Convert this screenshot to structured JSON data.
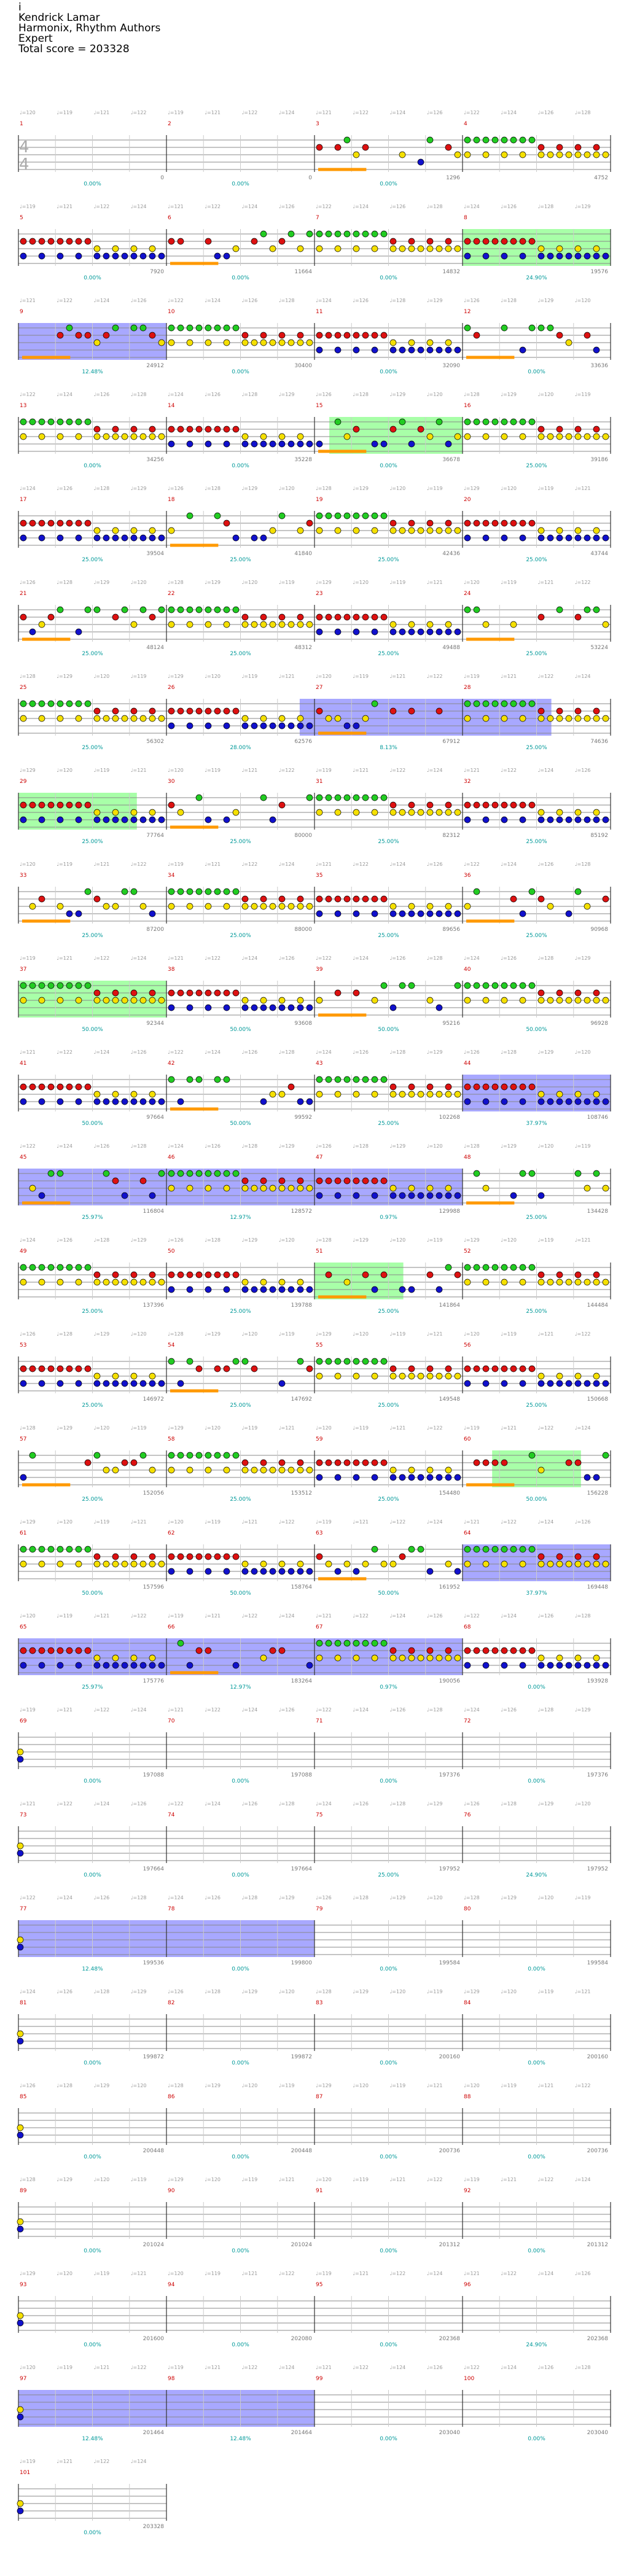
{
  "header": {
    "title": "i",
    "artist": "Kendrick Lamar",
    "charter": "Harmonix, Rhythm Authors",
    "difficulty": "Expert",
    "total_score": "Total score = 203328"
  },
  "time_signature": [
    "4",
    "4"
  ],
  "colors": {
    "green": "#22cc22",
    "red": "#dd1111",
    "yellow": "#f5e000",
    "blue": "#1111cc",
    "orange": "#ff9900",
    "overdrive": "#9999ff",
    "solo": "#99ff99",
    "staff_line": "#888888",
    "score": "#009999"
  },
  "tempo_labels": [
    "♩=120",
    "♩=119",
    "♩=121",
    "♩=122",
    "♩=124",
    "♩=126",
    "♩=128",
    "♩=129"
  ],
  "rows": [
    {
      "measures": [
        1,
        2,
        3,
        4
      ],
      "scores": [
        "0",
        "0",
        "1296",
        "4752"
      ],
      "pct": [
        "0.00%",
        "0.00%",
        "0.00%",
        ""
      ]
    },
    {
      "measures": [
        5,
        6,
        7,
        8
      ],
      "scores": [
        "7920",
        "11664",
        "14832",
        "19576"
      ],
      "pct": [
        "0.00%",
        "0.00%",
        "0.00%",
        "24.90%"
      ]
    },
    {
      "measures": [
        9,
        10,
        11,
        12
      ],
      "scores": [
        "24912",
        "30400",
        "32090",
        "33636"
      ],
      "pct": [
        "12.48%",
        "0.00%",
        "0.00%",
        "0.00%"
      ]
    },
    {
      "measures": [
        13,
        14,
        15,
        16
      ],
      "scores": [
        "34256",
        "35228",
        "36678",
        "39186"
      ],
      "pct": [
        "0.00%",
        "0.00%",
        "0.00%",
        "25.00%"
      ]
    },
    {
      "measures": [
        17,
        18,
        19,
        20
      ],
      "scores": [
        "39504",
        "41840",
        "42436",
        "43744"
      ],
      "pct": [
        "25.00%",
        "25.00%",
        "25.00%",
        "25.00%"
      ]
    },
    {
      "measures": [
        21,
        22,
        23,
        24
      ],
      "scores": [
        "48124",
        "48312",
        "49488",
        "53224"
      ],
      "pct": [
        "25.00%",
        "25.00%",
        "25.00%",
        "25.00%"
      ]
    },
    {
      "measures": [
        25,
        26,
        27,
        28
      ],
      "scores": [
        "56302",
        "62576",
        "67912",
        "74636"
      ],
      "pct": [
        "25.00%",
        "28.00%",
        "8.13%",
        "25.00%"
      ]
    },
    {
      "measures": [
        29,
        30,
        31,
        32
      ],
      "scores": [
        "77764",
        "80000",
        "82312",
        "85192"
      ],
      "pct": [
        "25.00%",
        "25.00%",
        "25.00%",
        "25.00%"
      ]
    },
    {
      "measures": [
        33,
        34,
        35,
        36
      ],
      "scores": [
        "87200",
        "88000",
        "89656",
        "90968"
      ],
      "pct": [
        "25.00%",
        "25.00%",
        "25.00%",
        "25.00%"
      ]
    },
    {
      "measures": [
        37,
        38,
        39,
        40
      ],
      "scores": [
        "92344",
        "93608",
        "95216",
        "96928"
      ],
      "pct": [
        "50.00%",
        "50.00%",
        "50.00%",
        "50.00%"
      ]
    },
    {
      "measures": [
        41,
        42,
        43,
        44
      ],
      "scores": [
        "97664",
        "99592",
        "102268",
        "108746"
      ],
      "pct": [
        "50.00%",
        "50.00%",
        "25.00%",
        "37.97%"
      ]
    },
    {
      "measures": [
        45,
        46,
        47,
        48
      ],
      "scores": [
        "116804",
        "128572",
        "129988",
        "134428"
      ],
      "pct": [
        "25.97%",
        "12.97%",
        "0.97%",
        "25.00%"
      ]
    },
    {
      "measures": [
        49,
        50,
        51,
        52
      ],
      "scores": [
        "137396",
        "139788",
        "141864",
        "144484"
      ],
      "pct": [
        "25.00%",
        "25.00%",
        "25.00%",
        "25.00%"
      ]
    },
    {
      "measures": [
        53,
        54,
        55,
        56
      ],
      "scores": [
        "146972",
        "147692",
        "149548",
        "150668"
      ],
      "pct": [
        "25.00%",
        "25.00%",
        "25.00%",
        "25.00%"
      ]
    },
    {
      "measures": [
        57,
        58,
        59,
        60
      ],
      "scores": [
        "152056",
        "153512",
        "154480",
        "156228"
      ],
      "pct": [
        "25.00%",
        "25.00%",
        "25.00%",
        "50.00%"
      ]
    },
    {
      "measures": [
        61,
        62,
        63,
        64
      ],
      "scores": [
        "157596",
        "158764",
        "161952",
        "169448"
      ],
      "pct": [
        "50.00%",
        "50.00%",
        "50.00%",
        "37.97%"
      ]
    },
    {
      "measures": [
        65,
        66,
        67,
        68
      ],
      "scores": [
        "175776",
        "183264",
        "190056",
        "193928"
      ],
      "pct": [
        "25.97%",
        "12.97%",
        "0.97%",
        "0.00%"
      ]
    },
    {
      "measures": [
        69,
        70,
        71,
        72
      ],
      "scores": [
        "197088",
        "197088",
        "197376",
        "197376"
      ],
      "pct": [
        "0.00%",
        "0.00%",
        "0.00%",
        "0.00%"
      ]
    },
    {
      "measures": [
        73,
        74,
        75,
        76
      ],
      "scores": [
        "197664",
        "197664",
        "197952",
        "197952"
      ],
      "pct": [
        "0.00%",
        "0.00%",
        "25.00%",
        "24.90%"
      ]
    },
    {
      "measures": [
        77,
        78,
        79,
        80
      ],
      "scores": [
        "199536",
        "199800",
        "199584",
        "199584"
      ],
      "pct": [
        "12.48%",
        "0.00%",
        "0.00%",
        "0.00%"
      ]
    },
    {
      "measures": [
        81,
        82,
        83,
        84
      ],
      "scores": [
        "199872",
        "199872",
        "200160",
        "200160"
      ],
      "pct": [
        "0.00%",
        "0.00%",
        "0.00%",
        "0.00%"
      ]
    },
    {
      "measures": [
        85,
        86,
        87,
        88
      ],
      "scores": [
        "200448",
        "200448",
        "200736",
        "200736"
      ],
      "pct": [
        "0.00%",
        "0.00%",
        "0.00%",
        "0.00%"
      ]
    },
    {
      "measures": [
        89,
        90,
        91,
        92
      ],
      "scores": [
        "201024",
        "201024",
        "201312",
        "201312"
      ],
      "pct": [
        "0.00%",
        "0.00%",
        "0.00%",
        "0.00%"
      ]
    },
    {
      "measures": [
        93,
        94,
        95,
        96
      ],
      "scores": [
        "201600",
        "202080",
        "202368",
        "202368"
      ],
      "pct": [
        "0.00%",
        "0.00%",
        "0.00%",
        "24.90%"
      ]
    },
    {
      "measures": [
        97,
        98,
        99,
        100
      ],
      "scores": [
        "201464",
        "201464",
        "203040",
        "203040"
      ],
      "pct": [
        "12.48%",
        "12.48%",
        "0.00%",
        "0.00%"
      ]
    },
    {
      "measures": [
        101
      ],
      "scores": [
        "203328"
      ],
      "pct": [
        "0.00%"
      ]
    }
  ]
}
